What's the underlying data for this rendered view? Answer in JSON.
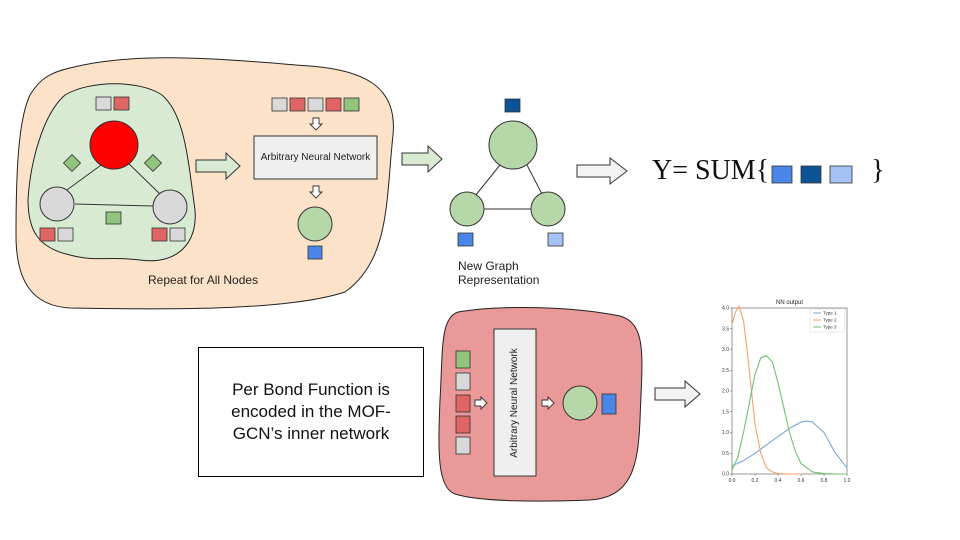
{
  "top_panel": {
    "network_label": "Arbitrary Neural Network",
    "repeat_caption": "Repeat for All Nodes"
  },
  "new_graph": {
    "caption_line1": "New Graph",
    "caption_line2": "Representation"
  },
  "formula": {
    "text": "Y= SUM{",
    "close": "}"
  },
  "bond_box": {
    "text": "Per Bond Function is encoded in the MOF-GCN’s inner network"
  },
  "bottom_panel": {
    "network_label": "Arbitrary Neural Network"
  },
  "colors": {
    "peach": "#fbe2c8",
    "light_green_blob": "#d9ead3",
    "pink_blob": "#ea9999",
    "node_green": "#b6d7a8",
    "node_red": "#ff0000",
    "node_gray": "#d9d9d9",
    "feature_red": "#e06666",
    "feature_gray": "#d9d9d9",
    "feature_green": "#93c47d",
    "blue1": "#4a86e8",
    "blue2": "#0b5394",
    "blue3": "#a4c2f4"
  },
  "chart_data": {
    "type": "line",
    "title": "NN output",
    "xlim": [
      0,
      1.0
    ],
    "ylim": [
      0,
      4.0
    ],
    "xticks": [
      "0.0",
      "0.2",
      "0.4",
      "0.6",
      "0.8",
      "1.0"
    ],
    "yticks": [
      "0.0",
      "0.5",
      "1.0",
      "1.5",
      "2.0",
      "2.5",
      "3.0",
      "3.5",
      "4.0"
    ],
    "series": [
      {
        "name": "Type 1",
        "color": "#7aa6d6",
        "x": [
          0.0,
          0.1,
          0.2,
          0.3,
          0.4,
          0.5,
          0.6,
          0.65,
          0.7,
          0.8,
          0.9,
          1.0
        ],
        "y": [
          0.2,
          0.32,
          0.5,
          0.7,
          0.9,
          1.1,
          1.25,
          1.28,
          1.25,
          1.0,
          0.5,
          0.15
        ]
      },
      {
        "name": "Type 2",
        "color": "#f5a26b",
        "x": [
          0.0,
          0.03,
          0.06,
          0.1,
          0.13,
          0.17,
          0.2,
          0.25,
          0.3,
          0.35,
          0.4,
          0.5,
          0.6
        ],
        "y": [
          3.6,
          3.9,
          4.05,
          3.7,
          3.0,
          2.0,
          1.2,
          0.5,
          0.15,
          0.05,
          0.01,
          0.0,
          0.0
        ]
      },
      {
        "name": "Type 3",
        "color": "#6cc46c",
        "x": [
          0.0,
          0.05,
          0.1,
          0.15,
          0.2,
          0.25,
          0.3,
          0.35,
          0.4,
          0.45,
          0.5,
          0.55,
          0.6,
          0.7,
          0.8,
          0.9,
          1.0
        ],
        "y": [
          0.1,
          0.4,
          1.0,
          1.7,
          2.4,
          2.8,
          2.85,
          2.7,
          2.2,
          1.6,
          1.0,
          0.55,
          0.25,
          0.05,
          0.01,
          0.0,
          0.0
        ]
      }
    ]
  }
}
